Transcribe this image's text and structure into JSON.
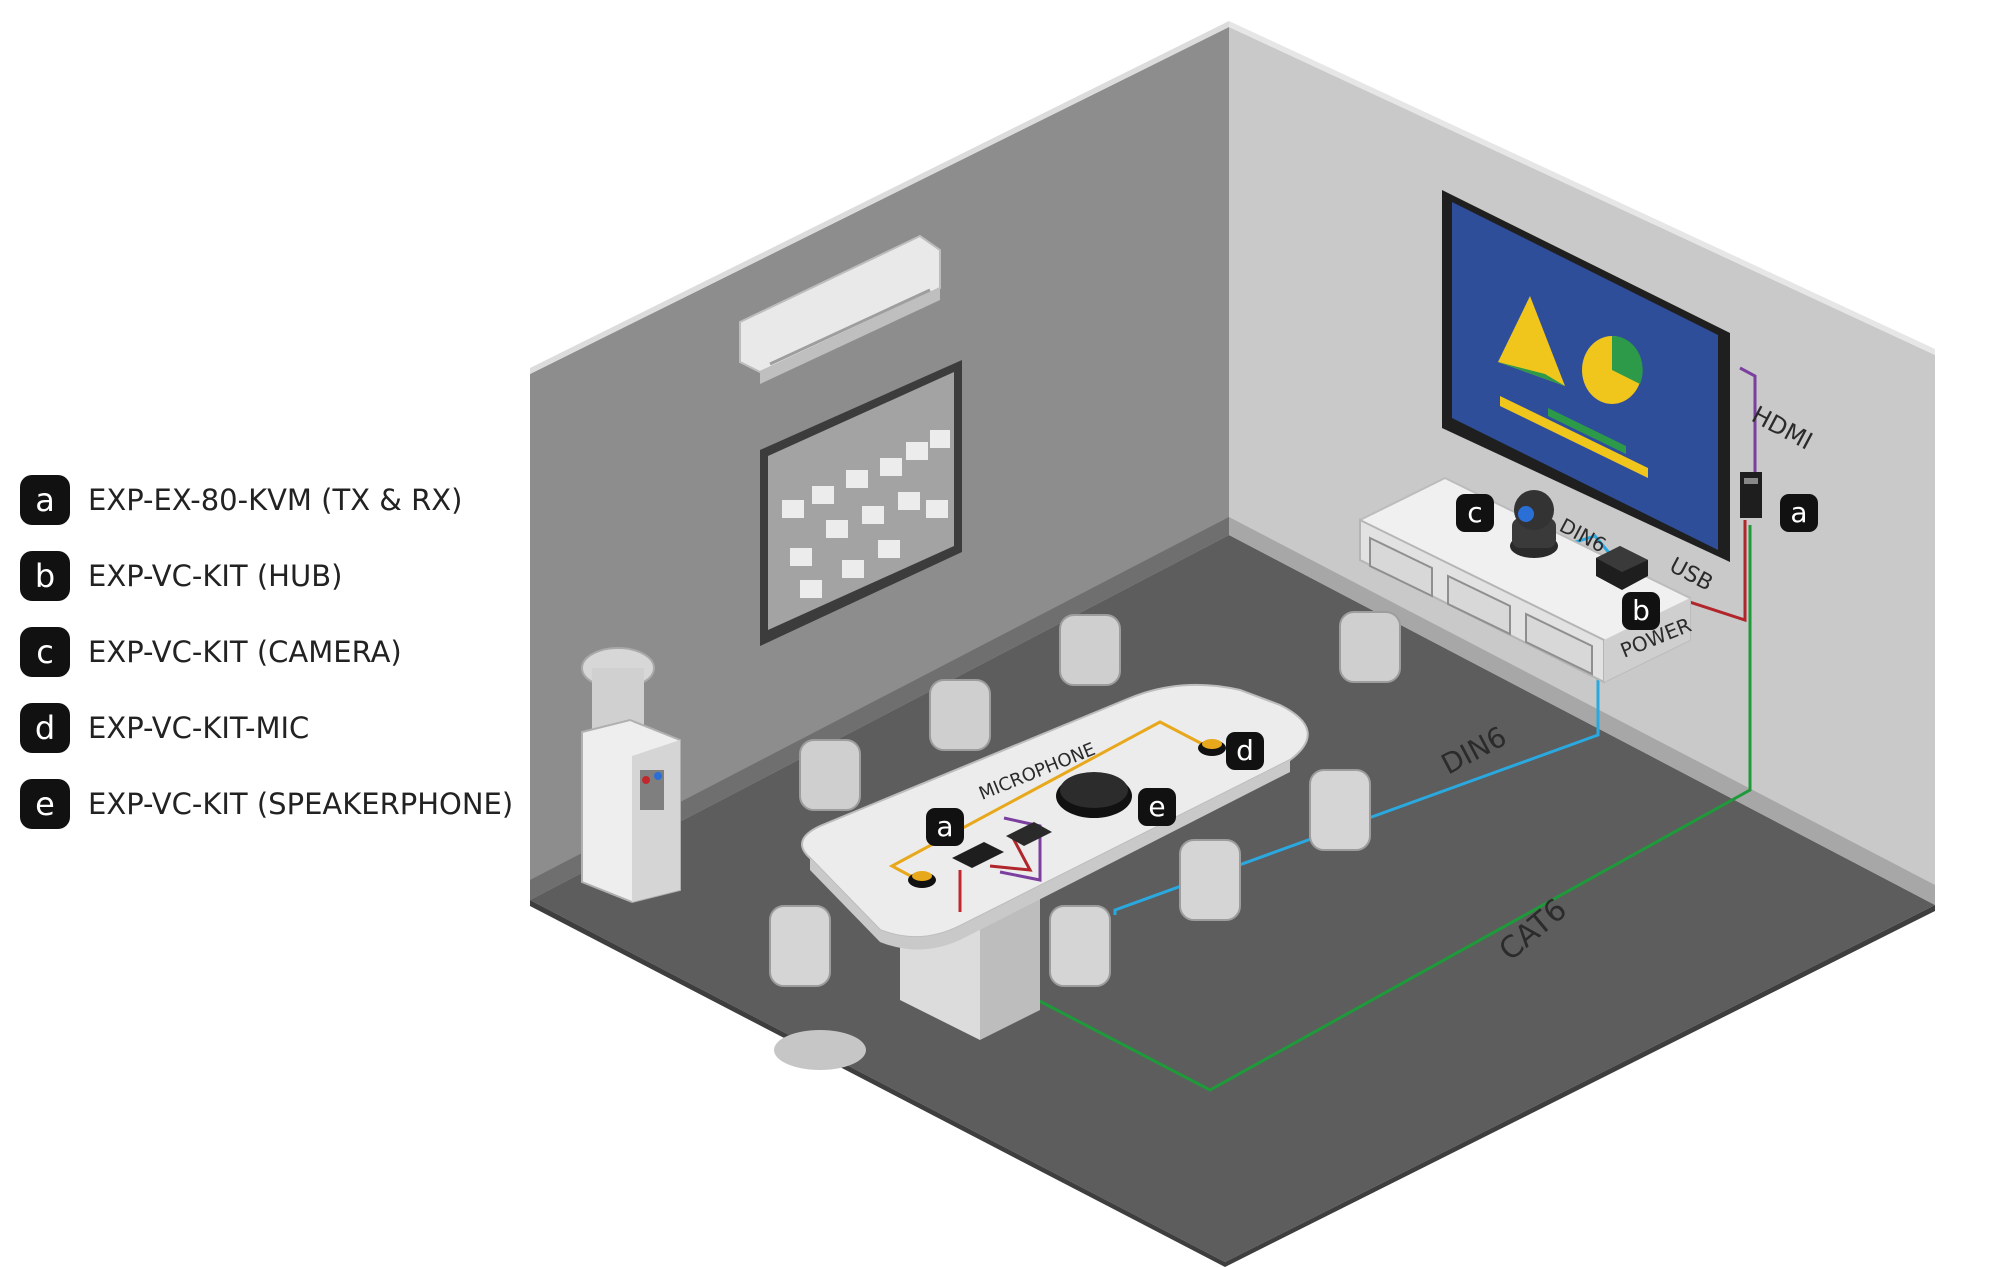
{
  "legend": [
    {
      "letter": "a",
      "label": "EXP-EX-80-KVM (TX & RX)"
    },
    {
      "letter": "b",
      "label": "EXP-VC-KIT (HUB)"
    },
    {
      "letter": "c",
      "label": "EXP-VC-KIT (CAMERA)"
    },
    {
      "letter": "d",
      "label": "EXP-VC-KIT-MIC"
    },
    {
      "letter": "e",
      "label": "EXP-VC-KIT (SPEAKERPHONE)"
    }
  ],
  "cable_labels": {
    "hdmi": "HDMI",
    "usb": "USB",
    "din6_camera": "DIN6",
    "din6_floor": "DIN6",
    "cat6": "CAT6",
    "power": "POWER",
    "microphone": "MICROPHONE"
  },
  "callouts": {
    "a_wall": "a",
    "a_table": "a",
    "b": "b",
    "c": "c",
    "d": "d",
    "e": "e"
  },
  "colors": {
    "hdmi": "#7b3fa0",
    "usb": "#b0262b",
    "din6": "#2aa9e0",
    "cat6": "#1e9a3a",
    "microphone": "#e8a81c",
    "power": "#c0282e",
    "wall_left": "#8f8f8f",
    "wall_right": "#c9c9c9",
    "floor": "#5f5f5f",
    "screen": "#2e4e9a"
  }
}
